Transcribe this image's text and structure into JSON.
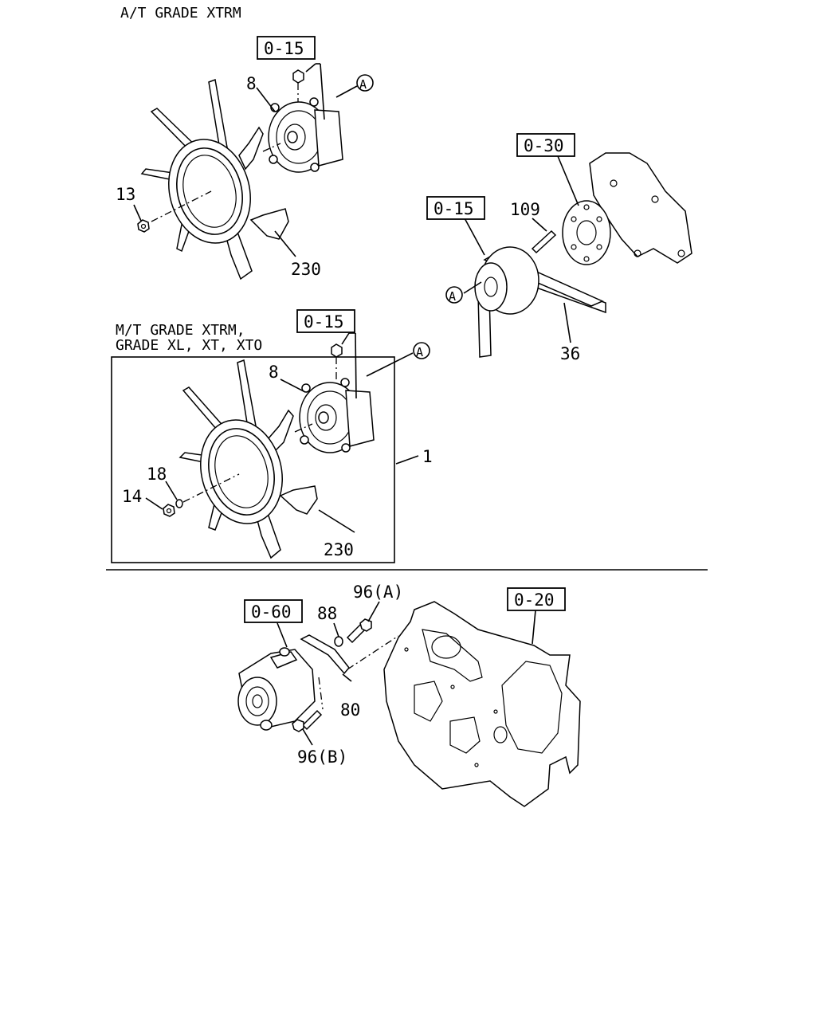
{
  "headers": {
    "at_grade": "A/T GRADE XTRM",
    "mt_grade_line1": "M/T GRADE XTRM,",
    "mt_grade_line2": "GRADE XL, XT, XTO"
  },
  "ref_boxes": {
    "top_fan_ref": "0-15",
    "water_pump_ref": "0-30",
    "pulley_ref": "0-15",
    "mid_fan_ref": "0-15",
    "generator_ref": "0-60",
    "timing_cover_ref": "0-20"
  },
  "callouts": {
    "at_clutch": "8",
    "at_nut": "13",
    "at_fan": "230",
    "at_marker": "A",
    "pump_stud": "109",
    "pulley_marker": "A",
    "belt": "36",
    "mt_clutch": "8",
    "mt_washer": "18",
    "mt_nut": "14",
    "mt_fan": "230",
    "mt_assembly": "1",
    "mt_marker": "A",
    "bolt_a": "96(A)",
    "washer_88": "88",
    "bracket_80": "80",
    "bolt_b": "96(B)"
  }
}
